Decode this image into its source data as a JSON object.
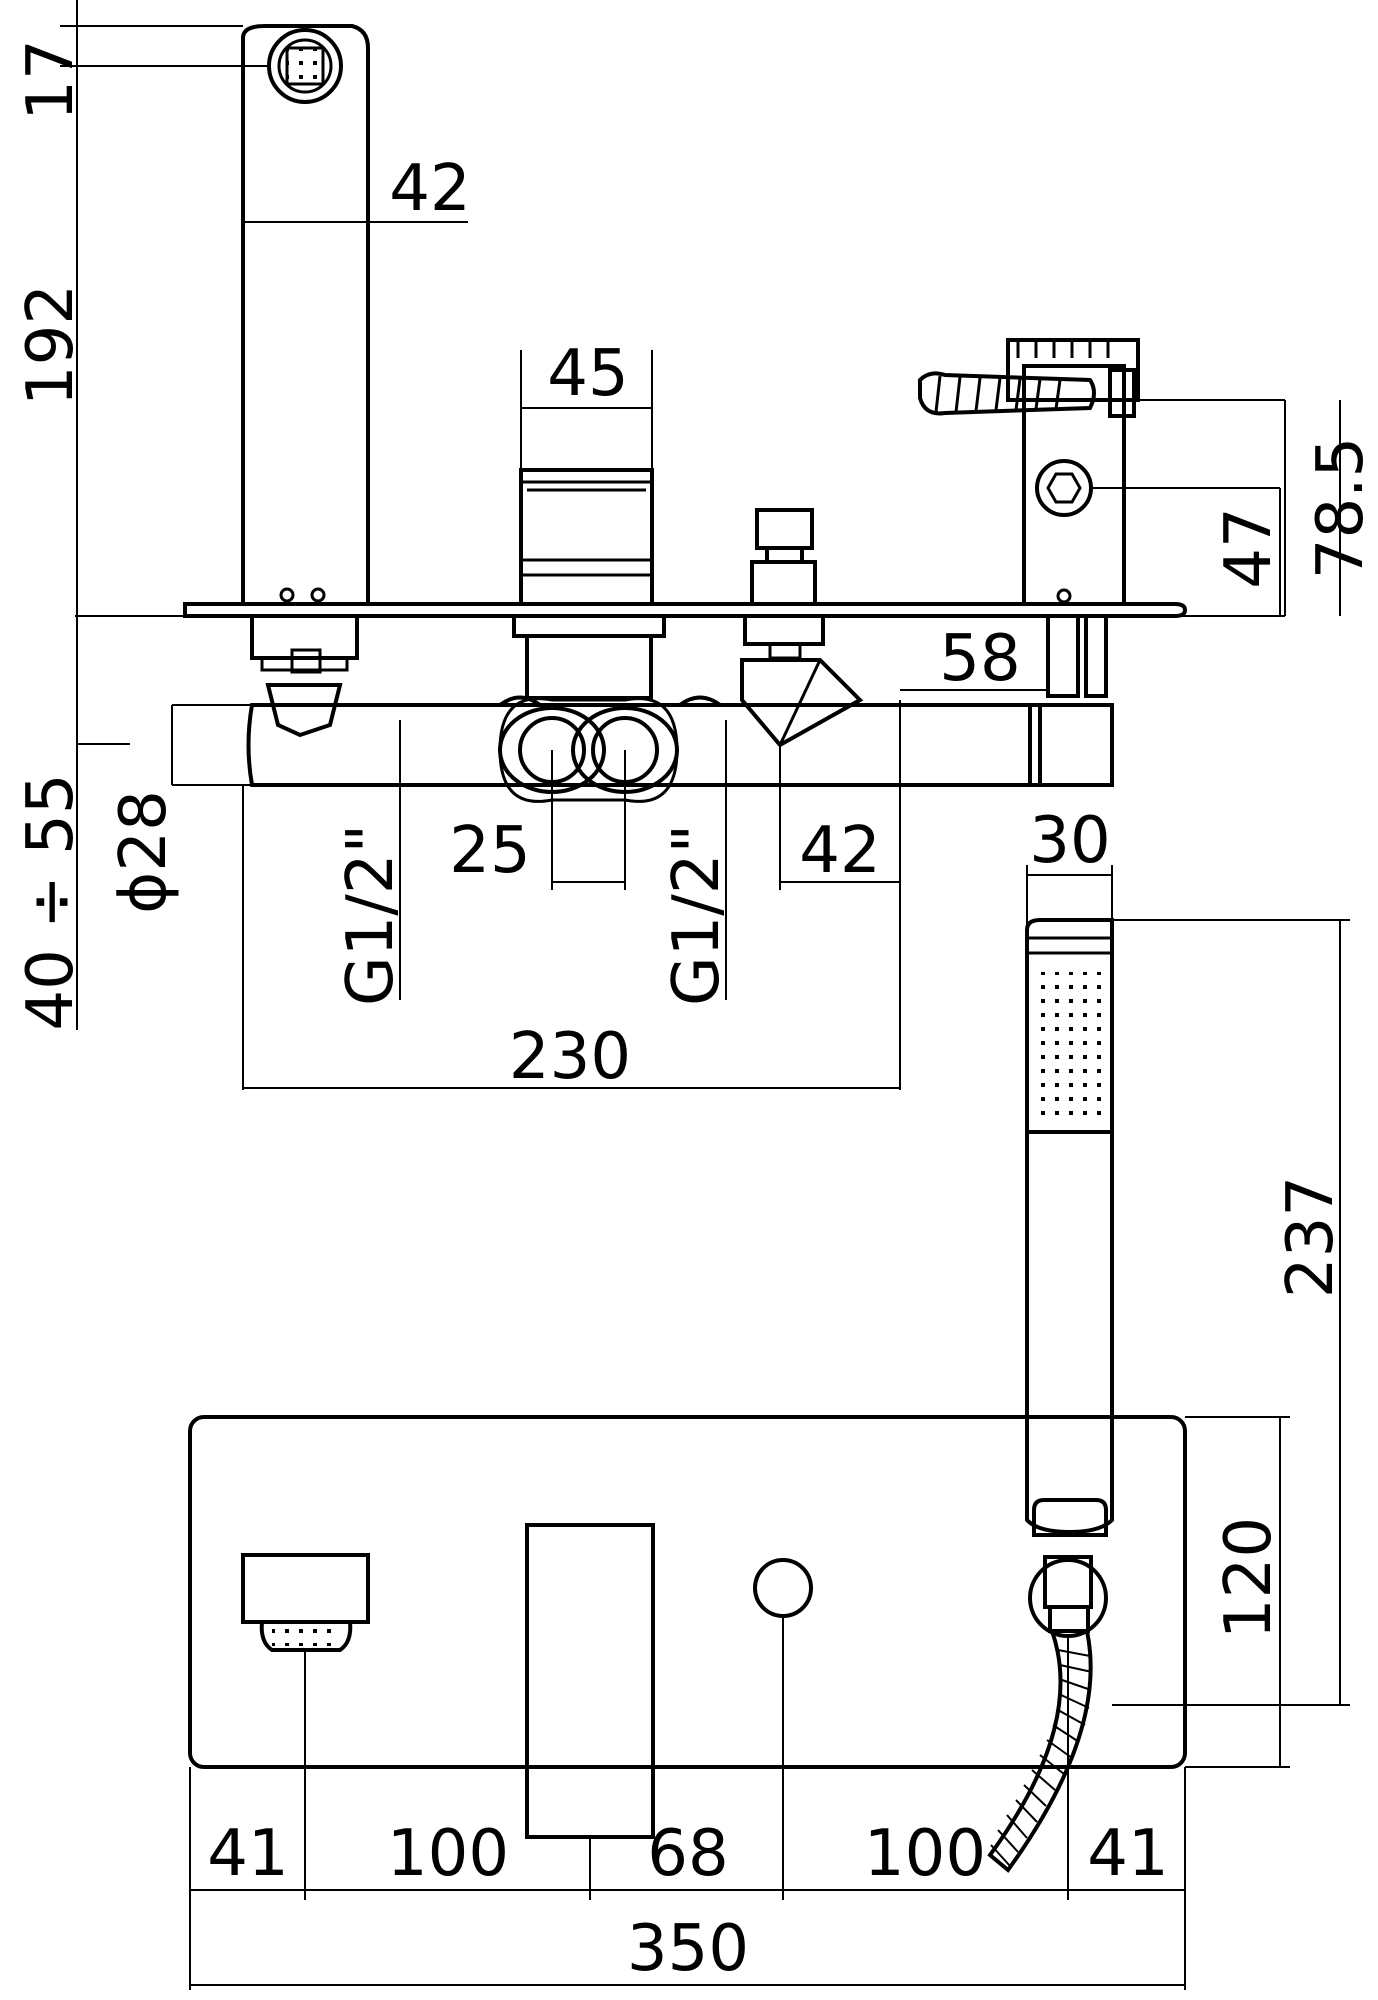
{
  "diagram": {
    "dimensions": {
      "spout_outlet": "17",
      "spout_width": "42",
      "spout_height": "192",
      "mixer_width": "45",
      "handshower_holder_height": "78.5",
      "handshower_outlet_height": "47",
      "handshower_offset": "58",
      "wall_depth": "40 ÷ 55",
      "pipe_diameter": "ϕ28",
      "inlet_left": "G1/2\"",
      "inlet_right": "G1/2\"",
      "inlet_spacing": "25",
      "diverter_offset": "42",
      "body_length": "230",
      "handshower_diameter": "30",
      "handshower_length": "237",
      "plate_height": "120",
      "front_spout_pos": "41",
      "front_spacing_1": "100",
      "front_spacing_2": "68",
      "front_spacing_3": "100",
      "front_holder_pos": "41",
      "plate_width": "350"
    }
  }
}
